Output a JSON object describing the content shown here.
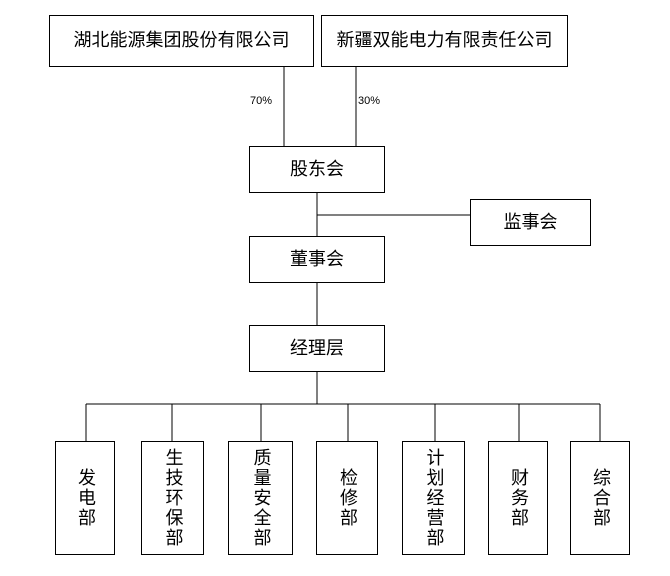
{
  "shareholders": {
    "hubei": {
      "name": "湖北能源集团股份有限公司",
      "share": "70%"
    },
    "xinjiang": {
      "name": "新疆双能电力有限责任公司",
      "share": "30%"
    }
  },
  "governance": {
    "shareholders_meeting": "股东会",
    "supervisor": "监事会",
    "board": "董事会",
    "management": "经理层"
  },
  "departments": [
    {
      "label": "发电部"
    },
    {
      "label": "生技环保部"
    },
    {
      "label": "质量安全部"
    },
    {
      "label": "检修部"
    },
    {
      "label": "计划经营部"
    },
    {
      "label": "财务部"
    },
    {
      "label": "综合部"
    }
  ]
}
